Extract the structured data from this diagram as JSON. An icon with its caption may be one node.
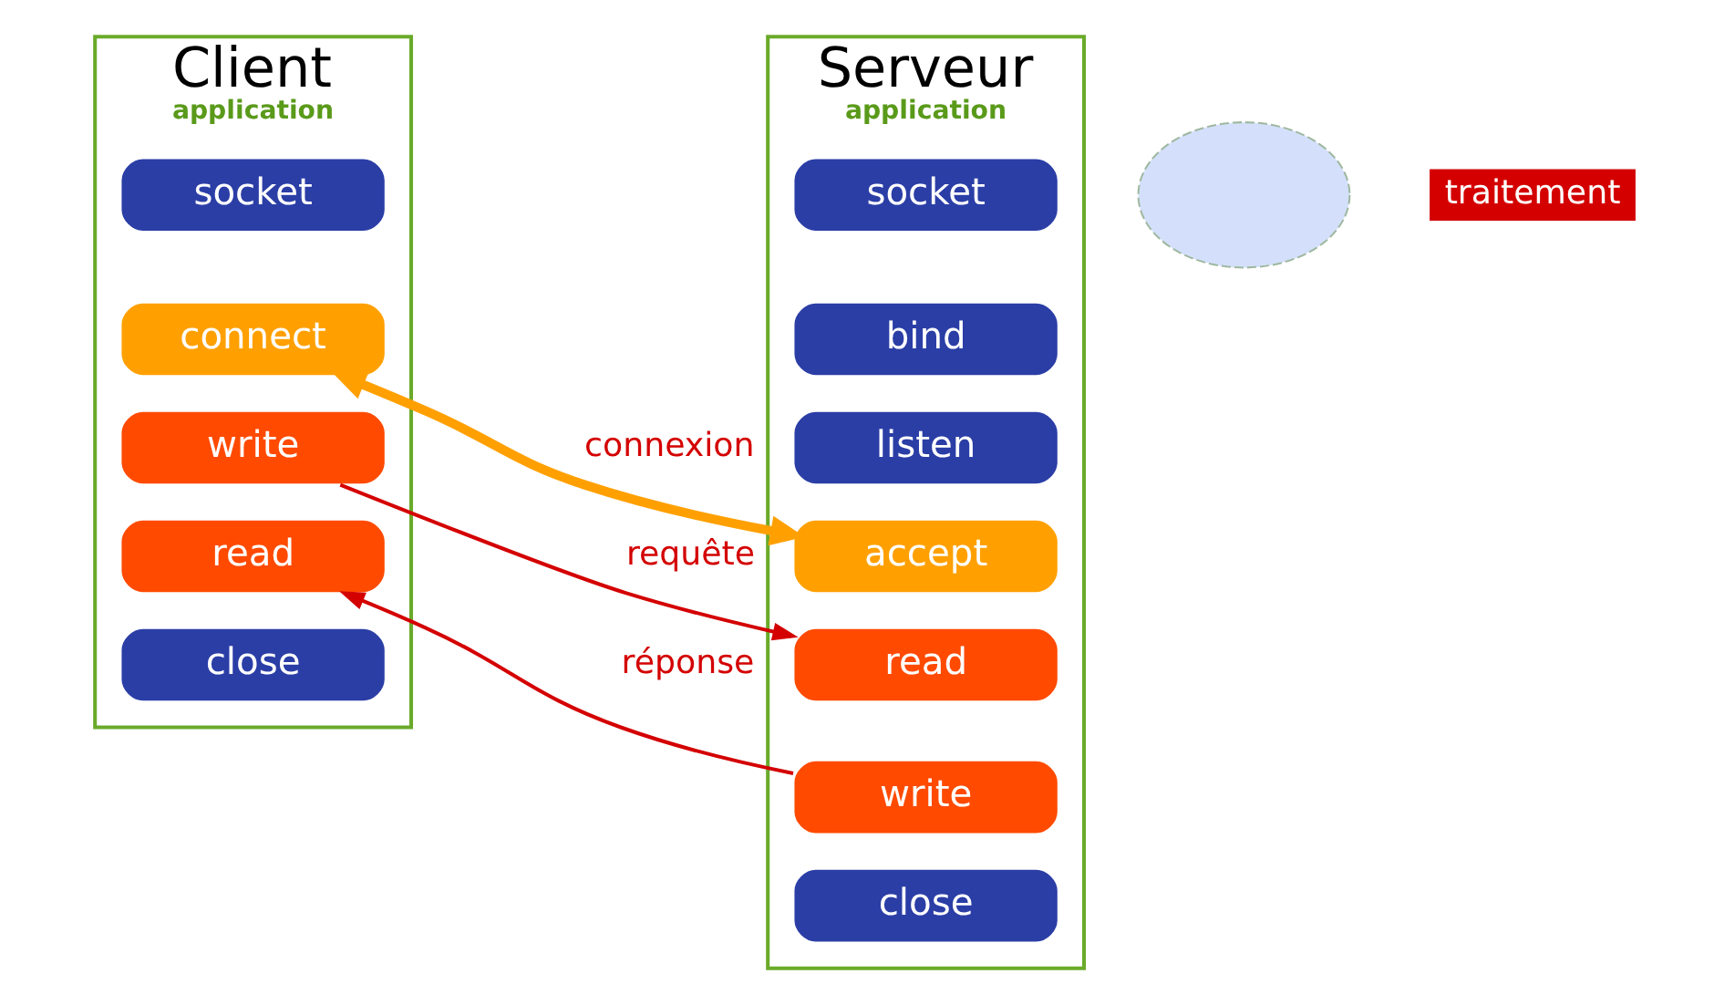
{
  "diagram": {
    "nodes": [
      {
        "text": [
          "Client",
          "application"
        ]
      },
      {
        "text": [
          "socket"
        ],
        "in": 0
      },
      {
        "text": [
          "connect"
        ],
        "in": 0
      },
      {
        "text": [
          "write"
        ],
        "in": 0
      },
      {
        "text": [
          "read"
        ],
        "in": 0
      },
      {
        "text": [
          "close"
        ],
        "in": 0
      },
      {
        "text": [],
        "shape": "cloud"
      },
      {
        "text": [
          "Serveur",
          "application"
        ]
      },
      {
        "text": [
          "socket"
        ],
        "in": 7
      },
      {
        "text": [
          "bind"
        ],
        "in": 7
      },
      {
        "text": [
          "listen"
        ],
        "in": 7
      },
      {
        "text": [
          "accept"
        ],
        "in": 7
      },
      {
        "text": [
          "read"
        ],
        "in": 7
      },
      {
        "text": [
          "write"
        ],
        "in": 7
      },
      {
        "text": [
          "close"
        ],
        "in": 7
      }
    ],
    "edges": [
      {
        "from": 2,
        "to": 11,
        "arrow": "both",
        "label": "connexion",
        "style": "thick",
        "color": "#ffa000"
      },
      {
        "from": 3,
        "to": 12,
        "arrow": "to",
        "label": "requête"
      },
      {
        "from": 13,
        "to": 4,
        "arrow": "to",
        "label": "réponse"
      }
    ],
    "labels": [
      "traitement"
    ]
  }
}
